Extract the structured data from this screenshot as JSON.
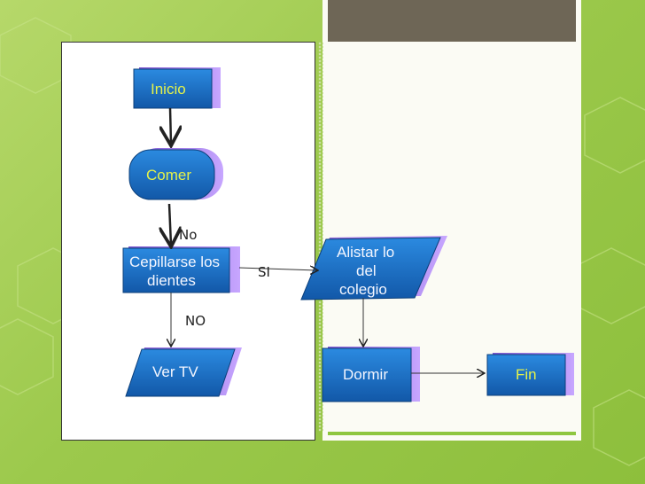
{
  "nodes": {
    "inicio": "Inicio",
    "comer": "Comer",
    "cepillarse_1": "Cepillarse los",
    "cepillarse_2": "dientes",
    "ver_tv": "Ver TV",
    "alistar_1": "Alistar  lo",
    "alistar_2": "del",
    "alistar_3": "colegio",
    "dormir": "Dormir",
    "fin": "Fin"
  },
  "edge_labels": {
    "no": "No",
    "si": "SI",
    "no_upper": "NO"
  },
  "colors": {
    "shape_fill": "#1f6fc4",
    "shape_side": "#9b6fe0",
    "text_light": "#f4f6ff",
    "text_yellow": "#e4f24a"
  }
}
